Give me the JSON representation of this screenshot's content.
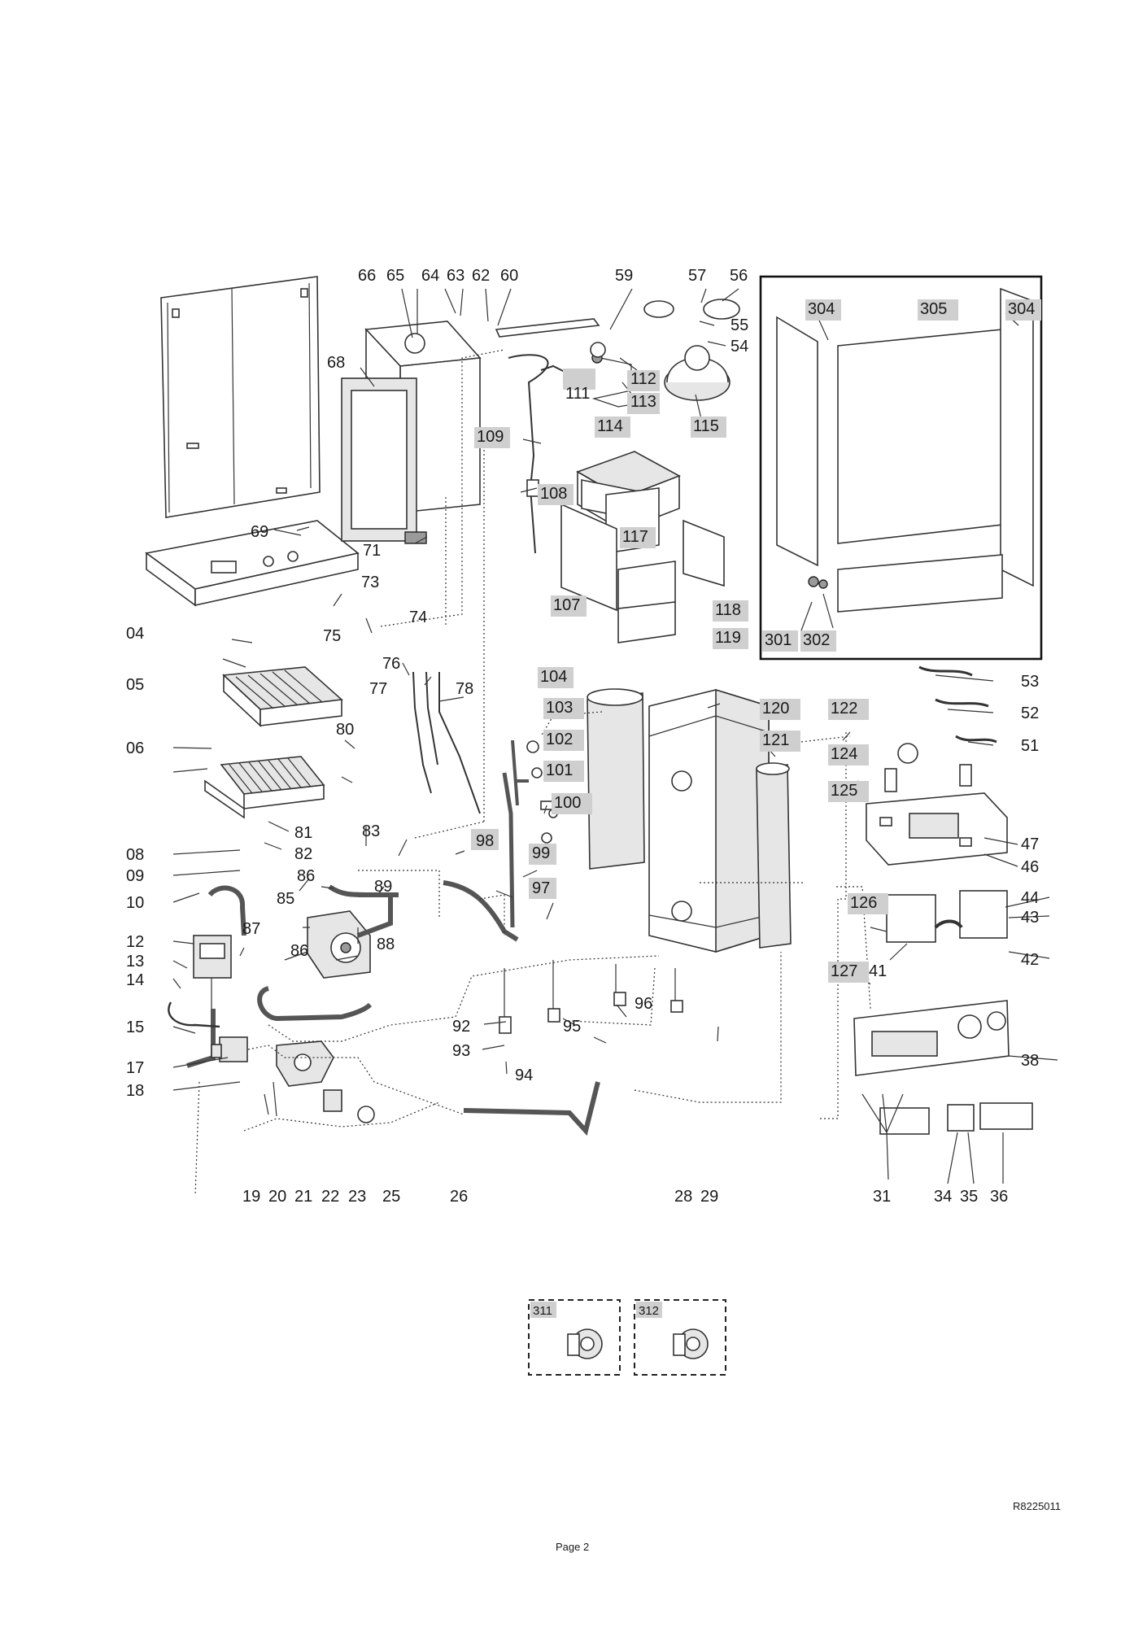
{
  "diagram": {
    "labels_left": [
      "66",
      "65",
      "64",
      "63",
      "62",
      "60",
      "68",
      "69",
      "71",
      "73",
      "04",
      "74",
      "75",
      "76",
      "77",
      "78",
      "05",
      "80",
      "06",
      "81",
      "82",
      "08",
      "09",
      "10",
      "12",
      "13",
      "14",
      "15",
      "17",
      "18",
      "83",
      "85",
      "86",
      "86",
      "87",
      "88",
      "89",
      "98",
      "97",
      "19",
      "20",
      "21",
      "22",
      "23",
      "25",
      "26"
    ],
    "labels_center": [
      "59",
      "57",
      "56",
      "55",
      "54",
      "112",
      "111",
      "113",
      "114",
      "115",
      "109",
      "108",
      "117",
      "107",
      "118",
      "119",
      "104",
      "103",
      "102",
      "101",
      "100",
      "99",
      "120",
      "121",
      "92",
      "93",
      "94",
      "95",
      "96",
      "28",
      "29"
    ],
    "labels_right": [
      "304",
      "305",
      "304",
      "301",
      "302",
      "53",
      "52",
      "51",
      "122",
      "124",
      "125",
      "47",
      "46",
      "44",
      "43",
      "126",
      "41",
      "42",
      "127",
      "38",
      "31",
      "34",
      "35",
      "36"
    ],
    "kits": [
      "311",
      "312"
    ]
  },
  "footer": {
    "ref_code": "R8225011",
    "page": "Page 2"
  }
}
